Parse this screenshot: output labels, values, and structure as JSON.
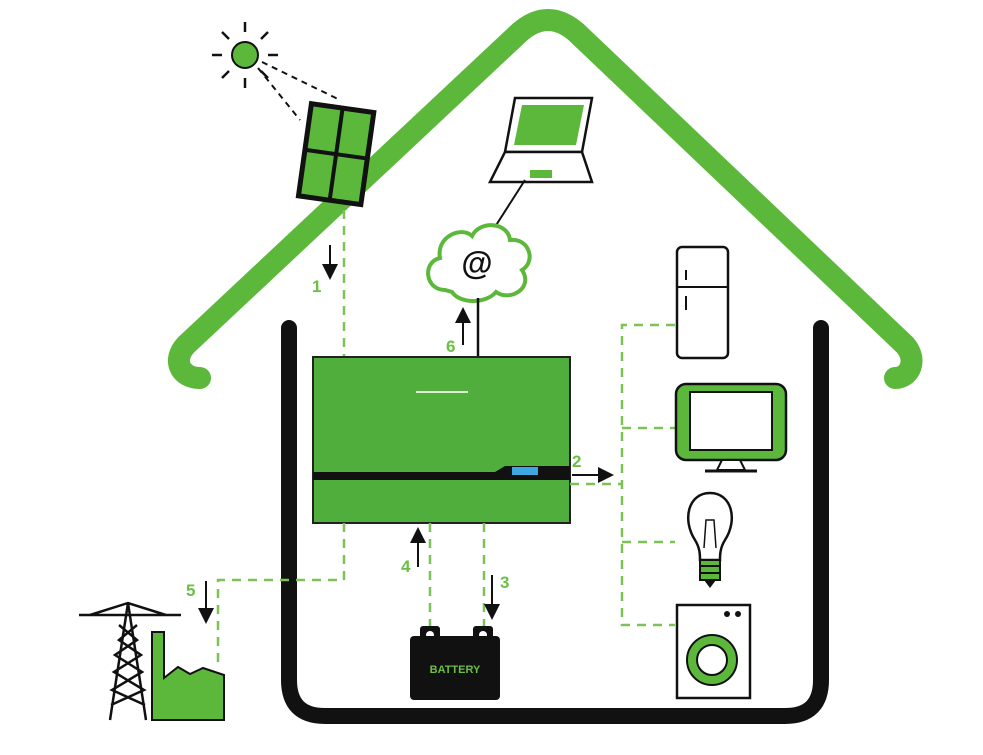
{
  "diagram": {
    "flows": [
      {
        "id": "1",
        "label": "1"
      },
      {
        "id": "2",
        "label": "2"
      },
      {
        "id": "3",
        "label": "3"
      },
      {
        "id": "4",
        "label": "4"
      },
      {
        "id": "5",
        "label": "5"
      },
      {
        "id": "6",
        "label": "6"
      }
    ],
    "cloud_symbol": "@",
    "battery_label": "BATTERY",
    "colors": {
      "accent": "#5cb83a",
      "inverter": "#4fae3c",
      "dark": "#111111",
      "display": "#3fa7e0",
      "dashed_line": "#7cc257"
    },
    "icons": [
      "sun-icon",
      "solar-panel-icon",
      "laptop-icon",
      "cloud-icon",
      "inverter-icon",
      "fridge-icon",
      "tv-icon",
      "light-bulb-icon",
      "washing-machine-icon",
      "battery-icon",
      "power-pylon-icon",
      "factory-icon",
      "house-icon"
    ]
  }
}
